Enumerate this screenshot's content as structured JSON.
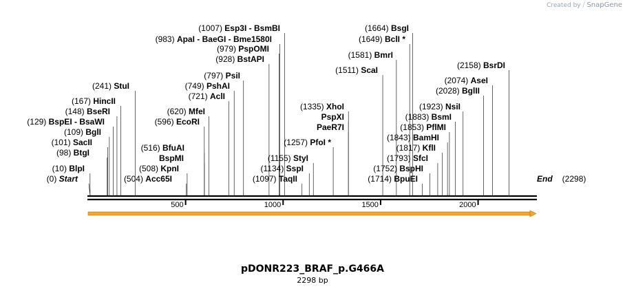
{
  "credit": {
    "prefix": "Created by",
    "brand": "SnapGene"
  },
  "map": {
    "title": "pDONR223_BRAF_p.G466A",
    "length_label": "2298 bp",
    "length": 2298,
    "ticks": [
      500,
      1000,
      1500,
      2000
    ],
    "feature_color": "#f5a623",
    "sites": [
      {
        "pos": "(0)",
        "name": "Start",
        "bp": 0,
        "italic": true
      },
      {
        "pos": "(10)",
        "name": "BlpI",
        "bp": 10
      },
      {
        "pos": "(98)",
        "name": "BtgI",
        "bp": 98
      },
      {
        "pos": "(101)",
        "name": "SacII",
        "bp": 101
      },
      {
        "pos": "(109)",
        "name": "BglI",
        "bp": 109
      },
      {
        "pos": "(129)",
        "name": "BspEI  - BsaWI",
        "bp": 129
      },
      {
        "pos": "(148)",
        "name": "BseRI",
        "bp": 148
      },
      {
        "pos": "(167)",
        "name": "HincII",
        "bp": 167
      },
      {
        "pos": "(241)",
        "name": "StuI",
        "bp": 241
      },
      {
        "pos": "(504)",
        "name": "Acc65I",
        "bp": 504
      },
      {
        "pos": "(508)",
        "name": "KpnI",
        "bp": 508
      },
      {
        "pos": "",
        "name": "BspMI",
        "bp": 596
      },
      {
        "pos": "(516)",
        "name": "BfuAI",
        "bp": 596
      },
      {
        "pos": "(596)",
        "name": "EcoRI",
        "bp": 596
      },
      {
        "pos": "(620)",
        "name": "MfeI",
        "bp": 620
      },
      {
        "pos": "(721)",
        "name": "AclI",
        "bp": 721
      },
      {
        "pos": "(749)",
        "name": "PshAI",
        "bp": 749
      },
      {
        "pos": "(797)",
        "name": "PsiI",
        "bp": 797
      },
      {
        "pos": "(928)",
        "name": "BstAPI",
        "bp": 928
      },
      {
        "pos": "(979)",
        "name": "PspOMI",
        "bp": 979
      },
      {
        "pos": "(983)",
        "name": "ApaI  - BaeGI  - Bme1580I",
        "bp": 983
      },
      {
        "pos": "(1007)",
        "name": "Esp3I  - BsmBI",
        "bp": 1007
      },
      {
        "pos": "(1097)",
        "name": "TaqII",
        "bp": 1097
      },
      {
        "pos": "(1134)",
        "name": "SspI",
        "bp": 1134
      },
      {
        "pos": "(1155)",
        "name": "StyI",
        "bp": 1155
      },
      {
        "pos": "(1257)",
        "name": "PfoI *",
        "bp": 1257
      },
      {
        "pos": "",
        "name": "PaeR7I",
        "bp": 1335
      },
      {
        "pos": "",
        "name": "PspXI",
        "bp": 1335
      },
      {
        "pos": "(1335)",
        "name": "XhoI",
        "bp": 1335
      },
      {
        "pos": "(1511)",
        "name": "ScaI",
        "bp": 1511
      },
      {
        "pos": "(1581)",
        "name": "BmrI",
        "bp": 1581
      },
      {
        "pos": "(1649)",
        "name": "BclI *",
        "bp": 1649
      },
      {
        "pos": "(1664)",
        "name": "BsgI",
        "bp": 1664
      },
      {
        "pos": "(1714)",
        "name": "BpuEI",
        "bp": 1714
      },
      {
        "pos": "(1752)",
        "name": "BspHI",
        "bp": 1752
      },
      {
        "pos": "(1793)",
        "name": "SfcI",
        "bp": 1793
      },
      {
        "pos": "(1817)",
        "name": "KflI",
        "bp": 1817
      },
      {
        "pos": "(1843)",
        "name": "BamHI",
        "bp": 1843
      },
      {
        "pos": "(1853)",
        "name": "PflMI",
        "bp": 1853
      },
      {
        "pos": "(1883)",
        "name": "BsmI",
        "bp": 1883
      },
      {
        "pos": "(1923)",
        "name": "NsiI",
        "bp": 1923
      },
      {
        "pos": "(2028)",
        "name": "BglII",
        "bp": 2028
      },
      {
        "pos": "(2074)",
        "name": "AseI",
        "bp": 2074
      },
      {
        "pos": "(2158)",
        "name": "BsrDI",
        "bp": 2158
      },
      {
        "pos": "(2298)",
        "name": "End",
        "bp": 2298,
        "italic": true
      }
    ]
  }
}
